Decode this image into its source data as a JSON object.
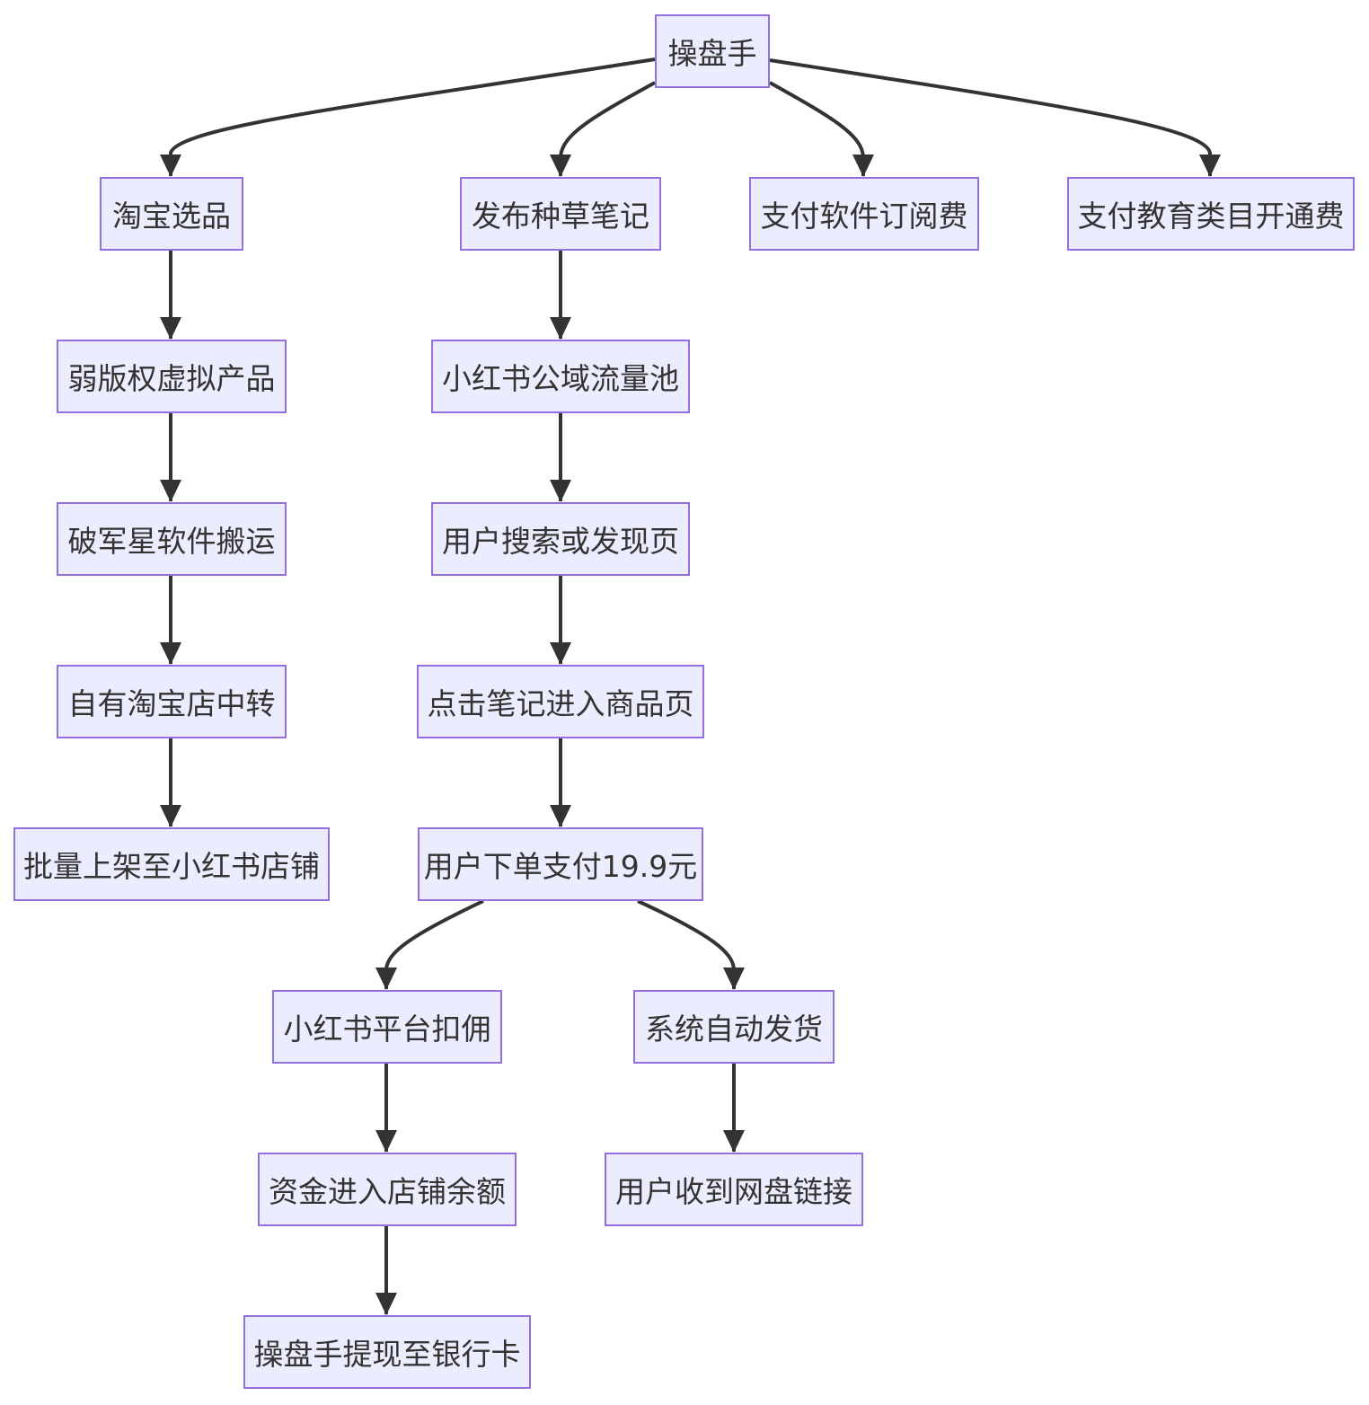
{
  "nodes": {
    "root": "操盘手",
    "taobao_select": "淘宝选品",
    "weak_copyright": "弱版权虚拟产品",
    "pojun_move": "破军星软件搬运",
    "own_taobao": "自有淘宝店中转",
    "batch_list": "批量上架至小红书店铺",
    "publish_note": "发布种草笔记",
    "xhs_pool": "小红书公域流量池",
    "user_search": "用户搜索或发现页",
    "click_note": "点击笔记进入商品页",
    "user_pay": "用户下单支付19.9元",
    "platform_fee": "小红书平台扣佣",
    "funds_balance": "资金进入店铺余额",
    "withdraw": "操盘手提现至银行卡",
    "auto_ship": "系统自动发货",
    "receive_link": "用户收到网盘链接",
    "software_fee": "支付软件订阅费",
    "edu_fee": "支付教育类目开通费"
  },
  "edges": [
    [
      "root",
      "taobao_select"
    ],
    [
      "root",
      "publish_note"
    ],
    [
      "root",
      "software_fee"
    ],
    [
      "root",
      "edu_fee"
    ],
    [
      "taobao_select",
      "weak_copyright"
    ],
    [
      "weak_copyright",
      "pojun_move"
    ],
    [
      "pojun_move",
      "own_taobao"
    ],
    [
      "own_taobao",
      "batch_list"
    ],
    [
      "publish_note",
      "xhs_pool"
    ],
    [
      "xhs_pool",
      "user_search"
    ],
    [
      "user_search",
      "click_note"
    ],
    [
      "click_note",
      "user_pay"
    ],
    [
      "user_pay",
      "platform_fee"
    ],
    [
      "user_pay",
      "auto_ship"
    ],
    [
      "platform_fee",
      "funds_balance"
    ],
    [
      "funds_balance",
      "withdraw"
    ],
    [
      "auto_ship",
      "receive_link"
    ]
  ],
  "colors": {
    "node_fill": "#ececff",
    "node_border": "#9370db",
    "edge": "#333333",
    "text": "#333333"
  }
}
